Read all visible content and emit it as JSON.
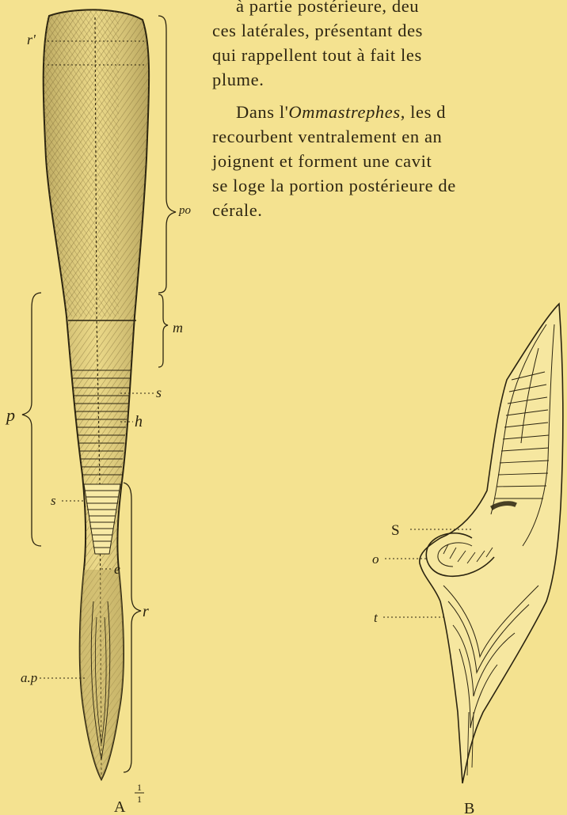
{
  "text": {
    "line1": "à partie postérieure, deu",
    "line2": "ces latérales, présentant des",
    "line3": "qui rappellent tout à fait les",
    "line4": "plume.",
    "para2_prefix": "Dans l'",
    "para2_italic": "Ommastrephes",
    "para2_suffix": ", les d",
    "line6": "recourbent ventralement en an",
    "line7": "joignent et forment une cavit",
    "line8": "se loge la portion postérieure de",
    "line9": "cérale."
  },
  "figure_a": {
    "caption": "A",
    "labels": {
      "r_prime": "r'",
      "po": "po",
      "m": "m",
      "s_upper": "s",
      "h": "h",
      "p": "p",
      "s_lower": "s",
      "e": "e",
      "r": "r",
      "ap": "a.p",
      "scale_num": "1",
      "scale_den": "1"
    }
  },
  "figure_b": {
    "caption": "B",
    "labels": {
      "s": "S",
      "o": "o",
      "t": "t"
    }
  },
  "colors": {
    "paper": "#f4e290",
    "ink": "#2b2410",
    "shade": "#c9b468"
  }
}
